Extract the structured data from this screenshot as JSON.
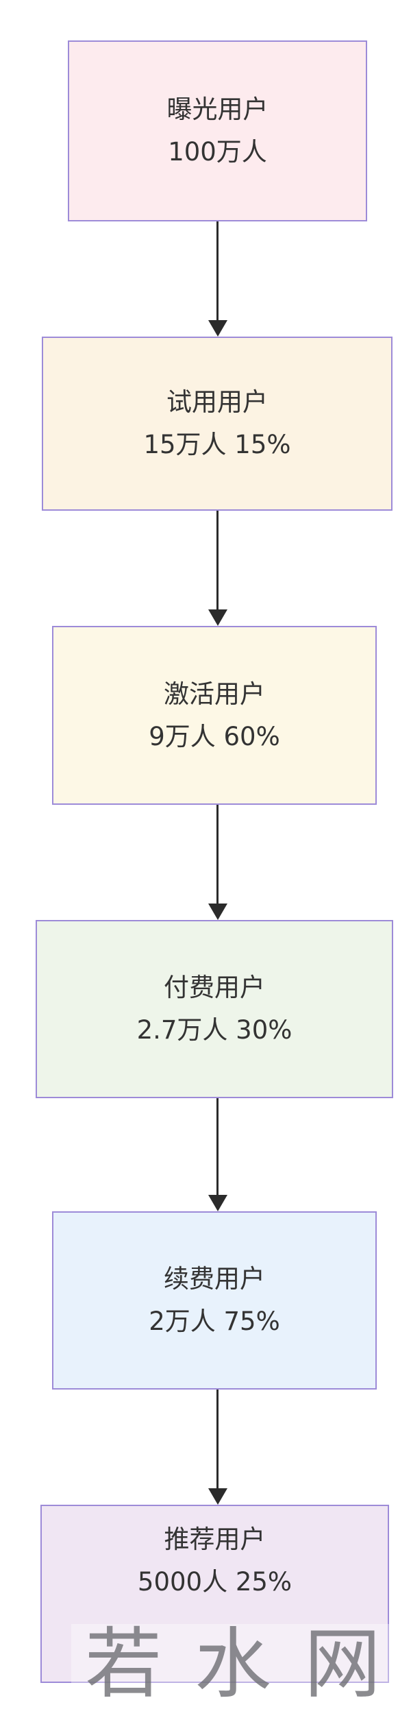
{
  "nodes": [
    {
      "name": "曝光用户",
      "value": "100万人",
      "color": "#fdebee"
    },
    {
      "name": "试用用户",
      "value": "15万人 15%",
      "color": "#fcf3e3"
    },
    {
      "name": "激活用户",
      "value": "9万人 60%",
      "color": "#fdf8e6"
    },
    {
      "name": "付费用户",
      "value": "2.7万人 30%",
      "color": "#eef5ea"
    },
    {
      "name": "续费用户",
      "value": "2万人 75%",
      "color": "#e8f2fc"
    },
    {
      "name": "推荐用户",
      "value": "5000人 25%",
      "color": "#f0e6f3"
    }
  ],
  "border_color": "#9d8bd8",
  "arrow_color": "#2b2b2b",
  "watermark": "若水网"
}
